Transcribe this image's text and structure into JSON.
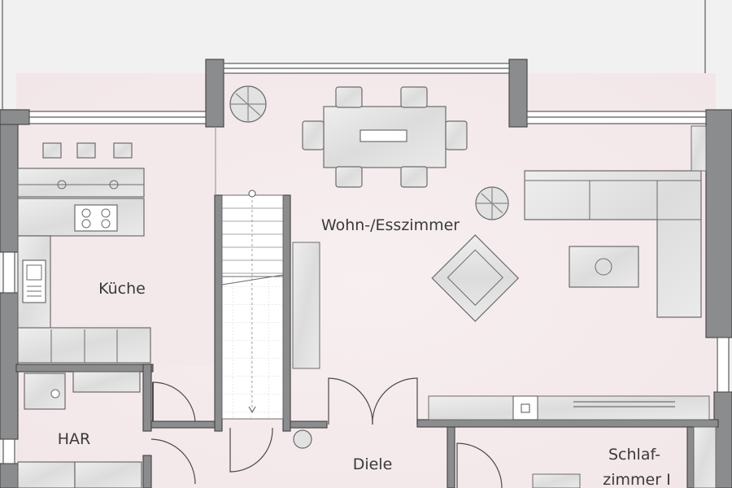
{
  "rooms": {
    "living": "Wohn-/Esszimmer",
    "kitchen": "Küche",
    "utility": "HAR",
    "hall": "Diele",
    "bedroom_line1": "Schlaf-",
    "bedroom_line2": "zimmer I"
  },
  "colors": {
    "floor": "#f5eaec",
    "wall": "#8b8c8e",
    "wall_stroke": "#4a4a4a",
    "furniture": "#e4e4e4",
    "furniture_stroke": "#6c6c6c",
    "outside": "#f4f3f3"
  }
}
